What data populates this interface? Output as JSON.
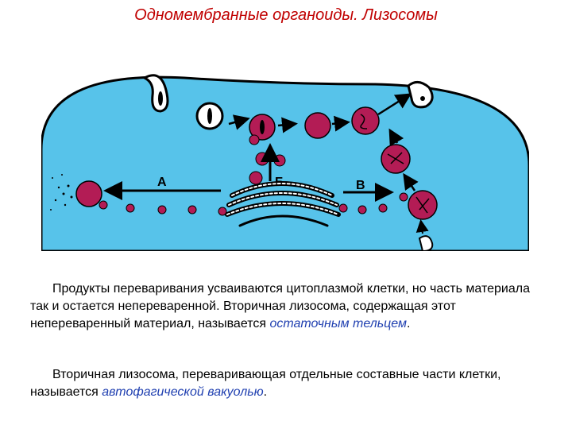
{
  "title": "Одномембранные органоиды. Лизосомы",
  "diagram": {
    "label_a": "А",
    "label_b": "Б",
    "label_v": "В"
  },
  "paragraph1": {
    "text_before": "Продукты переваривания усваиваются цитоплазмой клетки, но часть материала так и остается непереваренной. Вторичная лизосома, содержащая этот непереваренный материал, называется ",
    "term": "остаточным тельцем",
    "text_after": "."
  },
  "paragraph2": {
    "text_before": "Вторичная лизосома, переваривающая отдельные составные части клетки, называется ",
    "term": "автофагической вакуолью",
    "text_after": "."
  },
  "colors": {
    "title": "#c00000",
    "cell_fill": "#57c3ea",
    "lysosome": "#b31c55",
    "term": "#1f3fb0"
  }
}
